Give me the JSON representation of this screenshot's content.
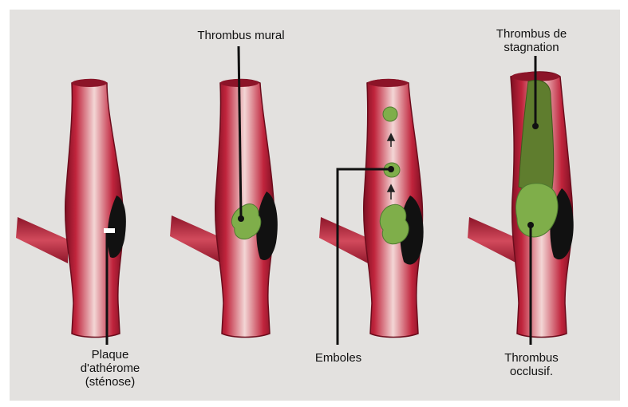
{
  "labels": {
    "thrombus_mural": "Thrombus mural",
    "thrombus_stagnation": [
      "Thrombus de",
      "stagnation"
    ],
    "plaque": [
      "Plaque",
      "d'athérome",
      "(sténose)"
    ],
    "emboles": "Emboles",
    "thrombus_occlusif": [
      "Thrombus",
      "occlusif."
    ]
  },
  "colors": {
    "background": "#e3e1df",
    "vessel": "#b21e35",
    "vessel_dark": "#7e0f22",
    "vessel_lumen": "#f3d6d5",
    "plaque": "#111111",
    "thrombus": "#7fae4a",
    "thrombus_dark": "#4f7a30",
    "stagnation_thrombus": "#5f7d2e"
  }
}
